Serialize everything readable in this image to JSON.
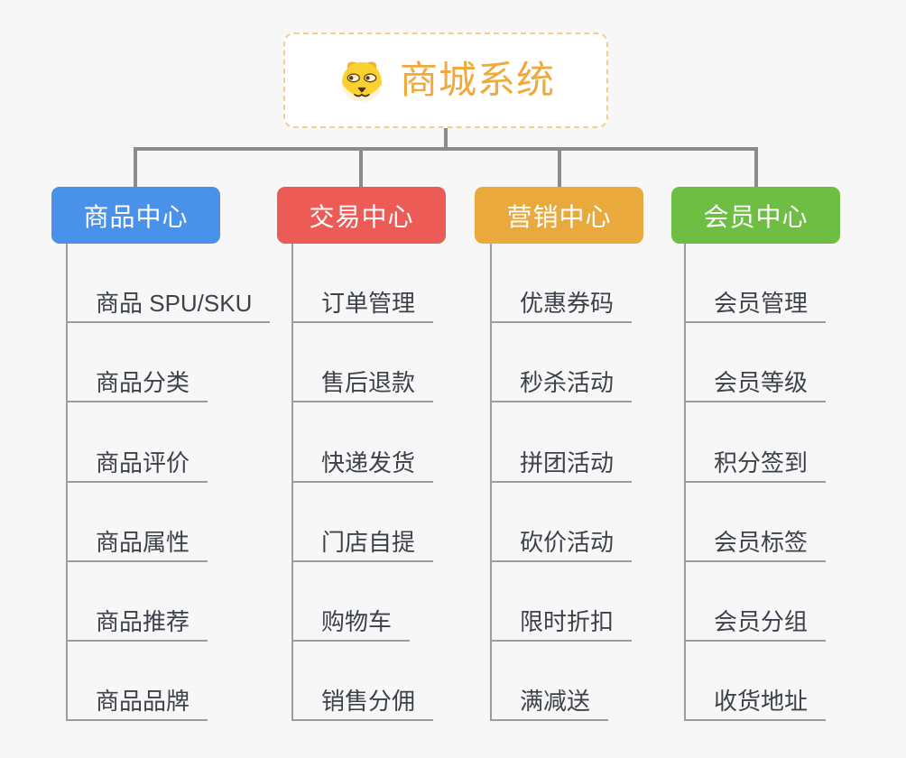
{
  "root": {
    "title": "商城系统",
    "icon": "shiba-dog-icon",
    "text_color": "#f0a93c",
    "border_color": "#f2cf8e",
    "background": "#ffffff"
  },
  "branches": [
    {
      "label": "商品中心",
      "color": "#4a91ea",
      "children": [
        "商品 SPU/SKU",
        "商品分类",
        "商品评价",
        "商品属性",
        "商品推荐",
        "商品品牌"
      ]
    },
    {
      "label": "交易中心",
      "color": "#ec5b56",
      "children": [
        "订单管理",
        "售后退款",
        "快递发货",
        "门店自提",
        "购物车",
        "销售分佣"
      ]
    },
    {
      "label": "营销中心",
      "color": "#eaa93c",
      "children": [
        "优惠券码",
        "秒杀活动",
        "拼团活动",
        "砍价活动",
        "限时折扣",
        "满减送"
      ]
    },
    {
      "label": "会员中心",
      "color": "#6fbe44",
      "children": [
        "会员管理",
        "会员等级",
        "积分签到",
        "会员标签",
        "会员分组",
        "收货地址"
      ]
    }
  ],
  "palette": {
    "canvas_background": "#f7f7f7",
    "connector_color": "#8b8b8b",
    "leaf_line_color": "#9c9c9c",
    "leaf_text_color": "#3d424a",
    "branch_text_color": "#ffffff"
  }
}
